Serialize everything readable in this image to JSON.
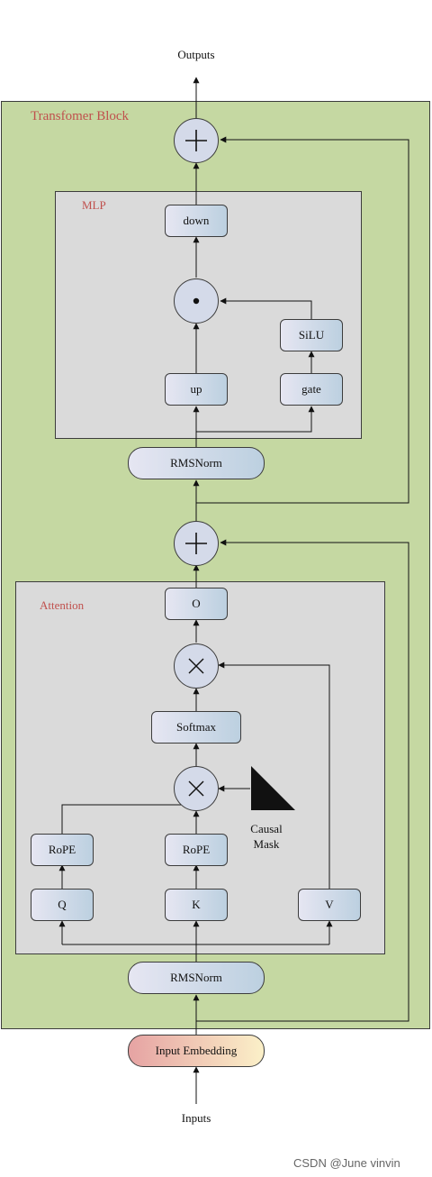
{
  "labels": {
    "outputs": "Outputs",
    "inputs": "Inputs",
    "transformer_block": "Transfomer Block",
    "mlp": "MLP",
    "attention": "Attention",
    "causal_mask": "Causal Mask"
  },
  "nodes": {
    "down": "down",
    "silu": "SiLU",
    "up": "up",
    "gate": "gate",
    "rmsnorm_top": "RMSNorm",
    "o": "O",
    "softmax": "Softmax",
    "rope_q": "RoPE",
    "rope_k": "RoPE",
    "q": "Q",
    "k": "K",
    "v": "V",
    "rmsnorm_bottom": "RMSNorm",
    "input_embedding": "Input Embedding"
  },
  "watermark": "CSDN @June vinvin",
  "colors": {
    "block_fill": "#c5d8a2",
    "sub_block_fill": "#dadada",
    "title_red": "#c0504d",
    "node_gradient": [
      "#e6e6f2",
      "#bcd0e0"
    ],
    "embedding_gradient": [
      "#e6a3a3",
      "#fbf0c8"
    ],
    "operator_fill": "#d4dae9"
  },
  "icons": {
    "residual_add": "circled-plus-icon",
    "elementwise_mul": "circled-dot-icon",
    "matmul": "circled-times-icon",
    "causal_mask": "triangle-icon"
  }
}
